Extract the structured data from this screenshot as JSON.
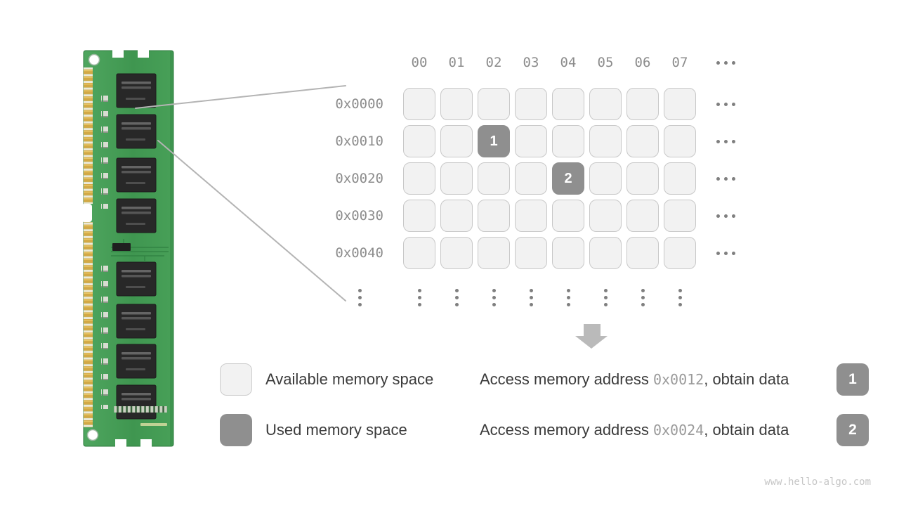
{
  "colors": {
    "cell_fill": "#f2f2f2",
    "cell_border": "#c8c8c8",
    "used_fill": "#8f8f8f",
    "text_dark": "#3b3b3b",
    "text_gray": "#8c8c8c",
    "address_inline_gray": "#9a9a9a",
    "projection_line": "#b4b4b4",
    "arrow_gray": "#bababa",
    "watermark_gray": "#c6c6c6",
    "pcb_green": "#45a057",
    "gold_finger": "#d3a945"
  },
  "icons": {
    "ram_module": "ram-module-image",
    "arrow_down": "arrow-down-icon",
    "horizontal_ellipsis": "ellipsis-icon",
    "vertical_ellipsis": "vertical-ellipsis-icon"
  },
  "grid": {
    "col_headers": [
      "00",
      "01",
      "02",
      "03",
      "04",
      "05",
      "06",
      "07"
    ],
    "row_labels": [
      "0x0000",
      "0x0010",
      "0x0020",
      "0x0030",
      "0x0040"
    ],
    "rows": 5,
    "cols": 8,
    "used_cells": [
      {
        "row": 1,
        "col": 2,
        "value": "1"
      },
      {
        "row": 2,
        "col": 4,
        "value": "2"
      }
    ]
  },
  "legend": {
    "items": [
      {
        "type": "available",
        "label": "Available memory space"
      },
      {
        "type": "used",
        "label": "Used memory space"
      }
    ]
  },
  "annotations": [
    {
      "prefix": "Access memory address ",
      "address": "0x0012",
      "suffix": ", obtain data",
      "badge": "1"
    },
    {
      "prefix": "Access memory address ",
      "address": "0x0024",
      "suffix": ", obtain data",
      "badge": "2"
    }
  ],
  "watermark": "www.hello-algo.com"
}
